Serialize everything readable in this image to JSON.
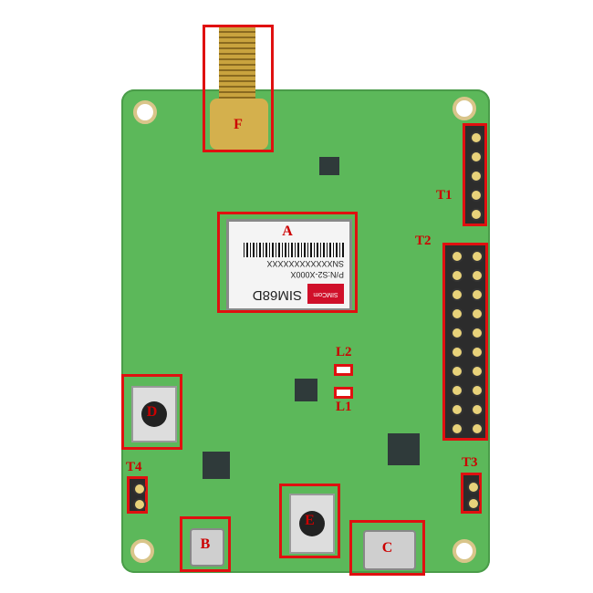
{
  "labels": {
    "A": "A",
    "B": "B",
    "C": "C",
    "D": "D",
    "E": "E",
    "F": "F",
    "T1": "T1",
    "T2": "T2",
    "T3": "T3",
    "T4": "T4",
    "L1": "L1",
    "L2": "L2"
  },
  "module": {
    "model": "SIM68D",
    "part_number": "P/N:S2-X000X",
    "serial": "SNXXXXXXXXXXXX",
    "brand": "SIMCom"
  },
  "colors": {
    "board": "#5cb85a",
    "highlight": "#e01010"
  }
}
